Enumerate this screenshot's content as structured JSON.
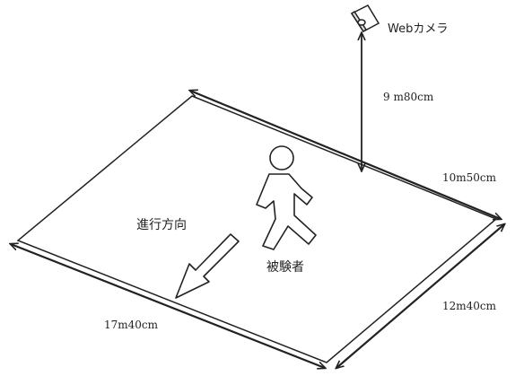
{
  "camera": {
    "label": "Webカメラ",
    "height_label": "9 m80cm"
  },
  "subject": {
    "label": "被験者"
  },
  "walking_direction": {
    "label": "進行方向"
  },
  "dimensions": {
    "back_edge": "10m50cm",
    "front_edge": "17m40cm",
    "right_edge": "12m40cm"
  },
  "colors": {
    "line": "#222222",
    "background": "#ffffff"
  }
}
